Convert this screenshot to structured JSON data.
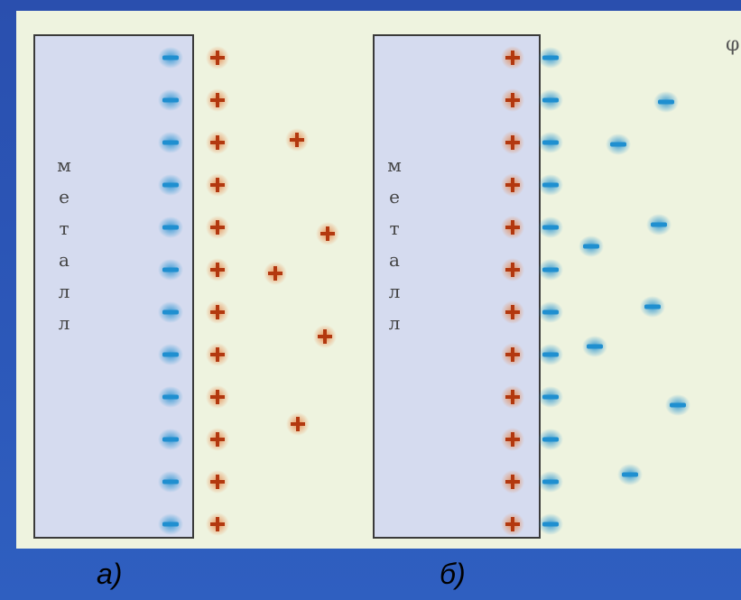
{
  "diagram": {
    "metal_letters": [
      "м",
      "е",
      "т",
      "а",
      "л",
      "л"
    ],
    "partial_symbol": "φ",
    "colors": {
      "background": "#2b55b6",
      "panel": "#eef3df",
      "metal_fill": "#d5dbef",
      "metal_border": "#3a3a3a",
      "negative_charge": "#1f8fd0",
      "positive_charge": "#b3380f"
    },
    "charge_symbols": {
      "negative": "−",
      "positive": "+"
    },
    "captions": {
      "a": "а)",
      "b": "б)"
    }
  }
}
